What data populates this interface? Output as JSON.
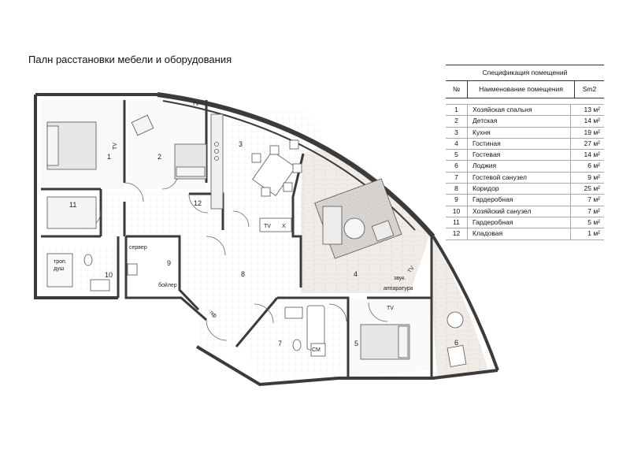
{
  "title": "Палн расстановки мебели и оборудования",
  "spec": {
    "title": "Спецификация помещений",
    "headers": [
      "№",
      "Наименование помещения",
      "Sm2"
    ],
    "rows": [
      {
        "no": "1",
        "name": "Хозяйская спальня",
        "area": "13 м²"
      },
      {
        "no": "2",
        "name": "Детская",
        "area": "14 м²"
      },
      {
        "no": "3",
        "name": "Кухня",
        "area": "19 м²"
      },
      {
        "no": "4",
        "name": "Гостиная",
        "area": "27 м²"
      },
      {
        "no": "5",
        "name": "Гостевая",
        "area": "14 м²"
      },
      {
        "no": "6",
        "name": "Лоджия",
        "area": "6 м²"
      },
      {
        "no": "7",
        "name": "Гостевой санузел",
        "area": "9 м²"
      },
      {
        "no": "8",
        "name": "Коридор",
        "area": "25 м²"
      },
      {
        "no": "9",
        "name": "Гардеробная",
        "area": "7 м²"
      },
      {
        "no": "10",
        "name": "Хозяйский санузел",
        "area": "7 м²"
      },
      {
        "no": "11",
        "name": "Гардеробная",
        "area": "5 м²"
      },
      {
        "no": "12",
        "name": "Кладовая",
        "area": "1 м²"
      }
    ]
  },
  "plan": {
    "room_numbers": [
      "1",
      "2",
      "3",
      "4",
      "5",
      "6",
      "7",
      "8",
      "9",
      "10",
      "11",
      "12"
    ],
    "labels": {
      "server": "сервер",
      "boiler": "бойлер",
      "sound": "звук.",
      "sound2": "аппаратура",
      "shower": "троп.",
      "shower2": "душ",
      "tv": "TV",
      "x": "X",
      "cm": "CM",
      "pf": "пф"
    }
  }
}
